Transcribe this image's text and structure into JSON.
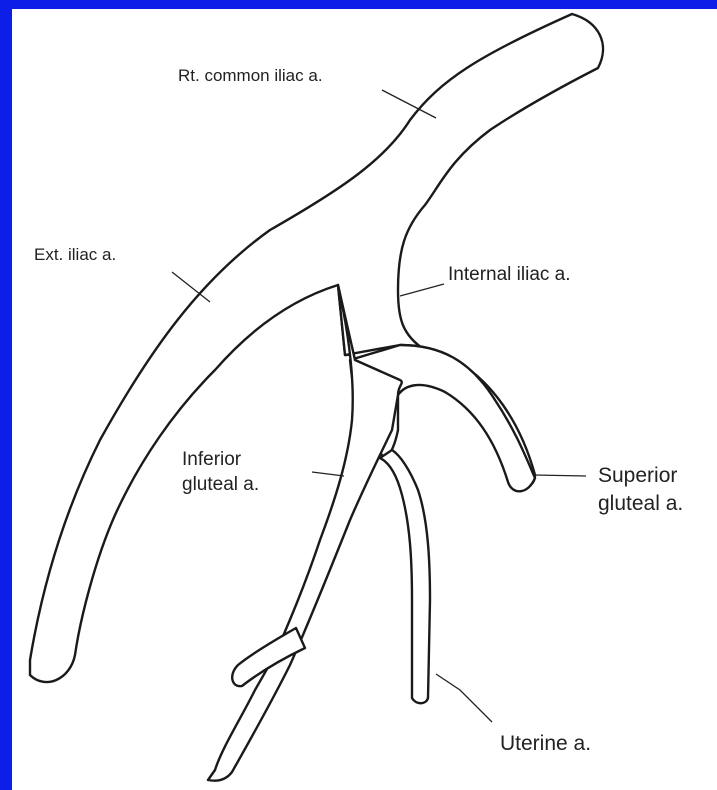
{
  "labels": {
    "rt_common_iliac": "Rt. common  iliac a.",
    "ext_iliac": "Ext. iliac a.",
    "internal_iliac": "Internal  iliac a.",
    "inferior_gluteal_line1": "Inferior",
    "inferior_gluteal_line2": "gluteal a.",
    "superior_gluteal_line1": "Superior",
    "superior_gluteal_line2": "gluteal a.",
    "uterine": "Uterine a."
  },
  "colors": {
    "border": "#0d1ee8",
    "background": "#ffffff",
    "ink": "#1a1a1a"
  }
}
